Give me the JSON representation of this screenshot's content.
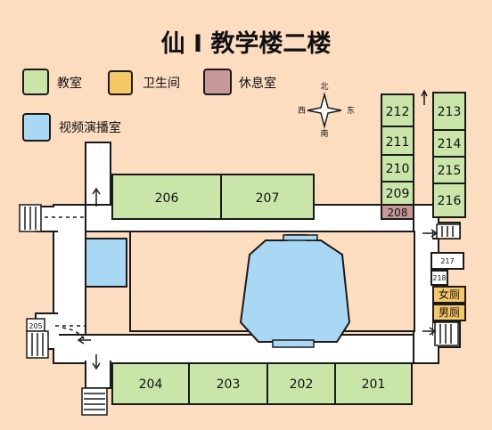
{
  "title": "仙 I 教学楼二楼",
  "colors": {
    "background": "#FDDDBF",
    "classroom": "#C9E6A8",
    "toilet": "#F7C665",
    "lounge": "#C79898",
    "media_room": "#A9D8F5",
    "corridor": "#FFFFFF",
    "outline": "#1A1A1A"
  },
  "legend": [
    {
      "label": "教室",
      "color": "#C9E6A8"
    },
    {
      "label": "卫生间",
      "color": "#F7C665"
    },
    {
      "label": "休息室",
      "color": "#C79898"
    },
    {
      "label": "视频演播室",
      "color": "#A9D8F5"
    }
  ],
  "compass": {
    "north": "北",
    "south": "南",
    "east": "东",
    "west": "西",
    "icon": "compass-star-icon"
  },
  "rooms": {
    "r206": "206",
    "r207": "207",
    "r212": "212",
    "r211": "211",
    "r210": "210",
    "r209": "209",
    "r208": "208",
    "r213": "213",
    "r214": "214",
    "r215": "215",
    "r216": "216",
    "r217": "217",
    "r218": "218",
    "r205": "205",
    "r204": "204",
    "r203": "203",
    "r202": "202",
    "r201": "201"
  },
  "toilets": {
    "female": "女厕",
    "male": "男厕"
  },
  "icons": [
    "staircase-icon",
    "arrow-up-icon",
    "arrow-down-icon",
    "arrow-left-icon",
    "arrow-right-icon"
  ]
}
